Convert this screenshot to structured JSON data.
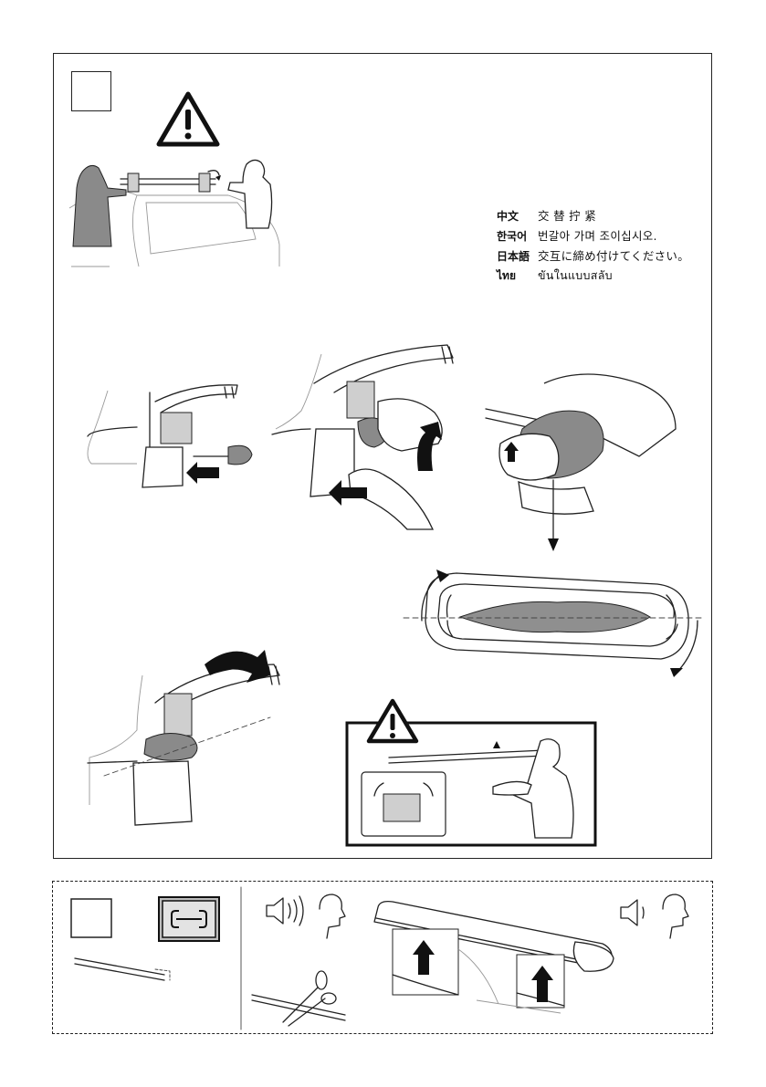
{
  "main_panel": {
    "instructions": [
      {
        "lang": "中文",
        "text": "交 替 拧 紧"
      },
      {
        "lang": "한국어",
        "text": "번갈아 가며 조이십시오."
      },
      {
        "lang": "日本語",
        "text": "交互に締め付けてください。"
      },
      {
        "lang": "ไทย",
        "text": "ขันในแบบสลับ"
      }
    ],
    "icons": [
      "warning-icon",
      "warning-icon"
    ]
  },
  "bottom_panel": {
    "icons": [
      "cut-mark-icon",
      "loud-sound-icon",
      "quiet-sound-icon",
      "up-arrow-icon"
    ]
  },
  "colors": {
    "ink": "#222222",
    "fill_grey": "#8a8a8a",
    "fill_light_grey": "#cfcfcf",
    "icon_box_bg": "#bdbdbd"
  }
}
